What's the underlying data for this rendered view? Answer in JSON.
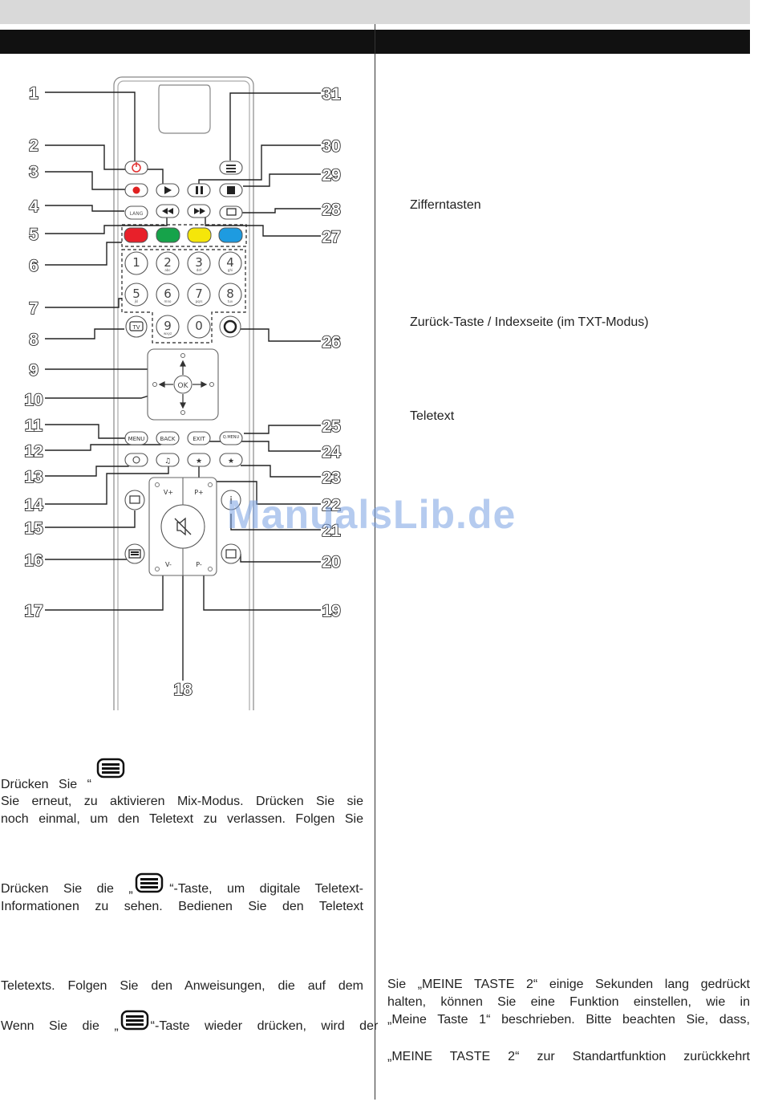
{
  "callouts": [
    "1",
    "2",
    "3",
    "4",
    "5",
    "6",
    "7",
    "8",
    "9",
    "10",
    "11",
    "12",
    "13",
    "14",
    "15",
    "16",
    "17",
    "18",
    "19",
    "20",
    "21",
    "22",
    "23",
    "24",
    "25",
    "26",
    "27",
    "28",
    "29",
    "30",
    "31"
  ],
  "remote": {
    "lang": "LANG",
    "digits": [
      "1",
      "2",
      "3",
      "4",
      "5",
      "6",
      "7",
      "8",
      "9",
      "0"
    ],
    "digit_letters": [
      "",
      "abc",
      "def",
      "ghi",
      "jkl",
      "mno",
      "pqrs",
      "tuv",
      "wxyz",
      ""
    ],
    "tv": "TV",
    "ok": "OK",
    "menu": "MENU",
    "back": "BACK",
    "exit": "EXIT",
    "qmenu": "Q.MENU",
    "vplus": "V+",
    "pplus": "P+",
    "vminus": "V-",
    "pminus": "P-",
    "info": "i",
    "colors": {
      "red": "#e8202a",
      "green": "#16a34a",
      "yellow": "#f5e60a",
      "blue": "#1e9be0",
      "callout_line": "#222222"
    }
  },
  "right_labels": {
    "numeric": "Zifferntasten",
    "back": "Zurück-Taste / Indexseite (im TXT-Modus)",
    "teletext": "Teletext"
  },
  "left_text": {
    "p1_l1": "Drücken Sie “",
    "p1_l2": "Sie erneut, zu aktivieren Mix-Modus. Drücken Sie sie",
    "p1_l3": "noch einmal, um den Teletext zu verlassen. Folgen Sie",
    "p2_l1a": "Drücken Sie die „",
    "p2_l1b": "“-Taste, um digitale Teletext-",
    "p2_l2": "Informationen zu sehen. Bedienen Sie den Teletext",
    "p3_l1": "Teletexts. Folgen Sie den Anweisungen, die auf dem",
    "p4_l1a": "Wenn Sie die „",
    "p4_l1b": "“-Taste wieder drücken, wird der"
  },
  "right_text": {
    "l1": "Sie „MEINE TASTE 2“ einige Sekunden lang gedrückt",
    "l2": "halten, können Sie eine Funktion einstellen, wie in",
    "l3": "„Meine Taste 1“ beschrieben. Bitte beachten Sie, dass,",
    "l4": "„MEINE TASTE 2“ zur Standartfunktion zurückkehrt"
  },
  "watermark": "ManualsLib.de"
}
